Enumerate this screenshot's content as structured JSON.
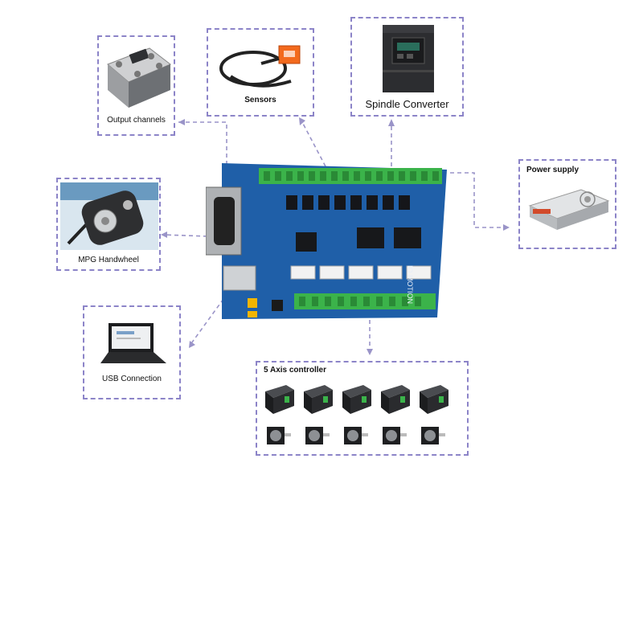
{
  "diagram": {
    "nodes": {
      "output_channels": {
        "label": "Output channels",
        "icon": "relay-icon"
      },
      "sensors": {
        "label": "Sensors",
        "icon": "proximity-sensor-icon"
      },
      "spindle_converter": {
        "label": "Spindle Converter",
        "icon": "inverter-icon"
      },
      "power_supply": {
        "label": "Power supply",
        "icon": "power-supply-icon"
      },
      "mpg_handwheel": {
        "label": "MPG Handwheel",
        "icon": "handwheel-icon"
      },
      "usb_connection": {
        "label": "USB Connection",
        "icon": "laptop-icon"
      },
      "axis_controller": {
        "label": "5 Axis controller",
        "icon": "stepper-driver-icon"
      }
    },
    "board": {
      "silkscreen": "IO MOTION",
      "icon": "motion-control-board-icon"
    },
    "colors": {
      "frame": "#8c84c8",
      "board": "#1f5fa8",
      "terminal": "#3bb34a"
    }
  }
}
